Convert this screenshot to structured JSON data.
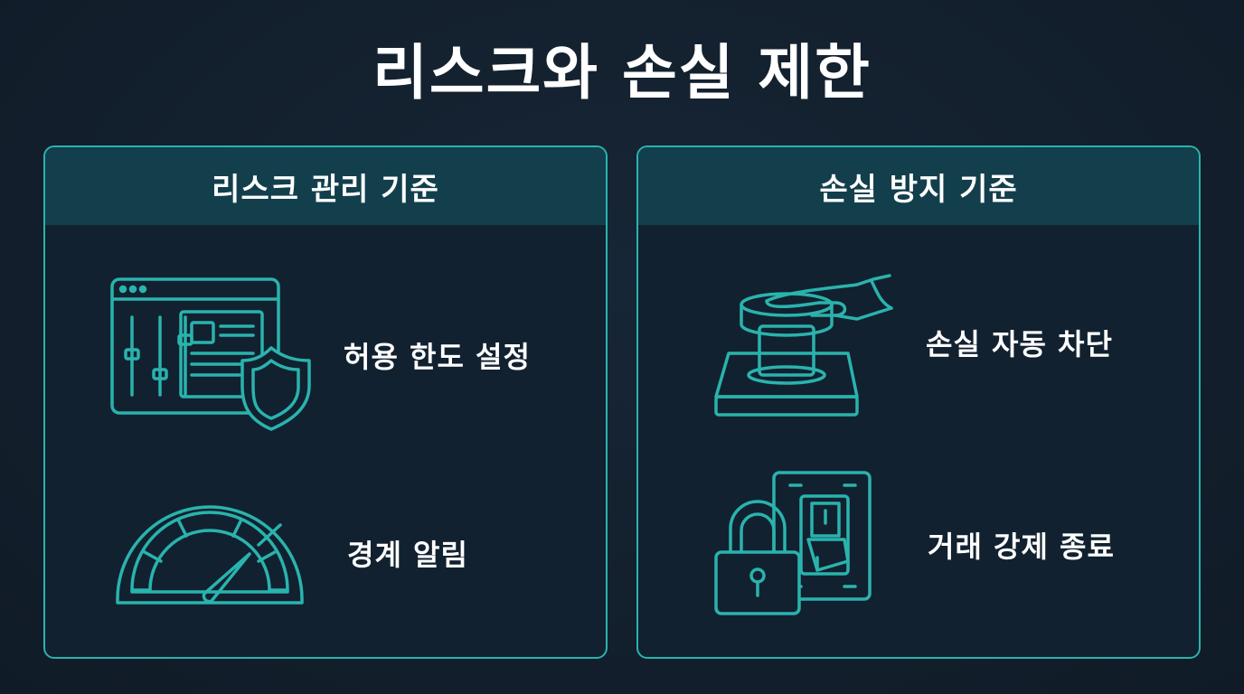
{
  "title": "리스크와 손실 제한",
  "panels": {
    "risk": {
      "heading": "리스크 관리 기준",
      "items": [
        {
          "label": "허용 한도 설정",
          "icon": "settings-window-shield-icon"
        },
        {
          "label": "경계 알림",
          "icon": "gauge-icon"
        }
      ]
    },
    "loss": {
      "heading": "손실 방지 기준",
      "items": [
        {
          "label": "손실 자동 차단",
          "icon": "hand-press-button-icon"
        },
        {
          "label": "거래 강제 종료",
          "icon": "padlock-switch-icon"
        }
      ]
    }
  },
  "colors": {
    "background": "#13202e",
    "accent": "#2ab3ad",
    "header": "#133f4d",
    "text": "#ffffff"
  }
}
